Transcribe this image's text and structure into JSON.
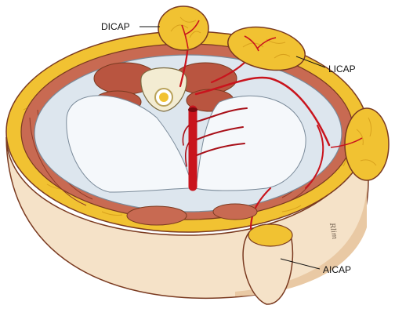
{
  "labels": {
    "dicap": "DICAP",
    "licap": "LICAP",
    "aicap": "AICAP"
  },
  "signature": "Rlim",
  "colors": {
    "fat": "#f1c232",
    "fat_lobule": "#f7dd6a",
    "muscle": "#b95540",
    "muscle_light": "#cc7a62",
    "skin": "#f5e2c8",
    "skin_shadow": "#e9c9a4",
    "artery": "#c9141d",
    "cavity": "#e3ebf1",
    "outline": "#7a3a20"
  }
}
